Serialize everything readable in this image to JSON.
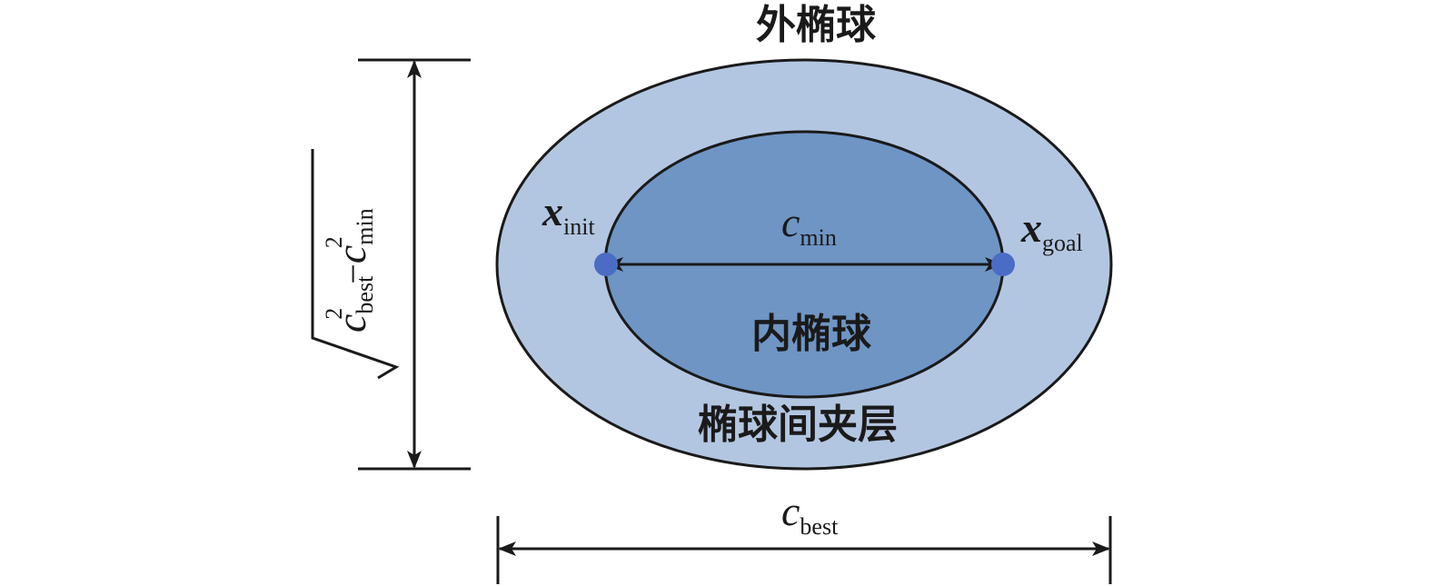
{
  "labels": {
    "outer_ellipsoid": "外椭球",
    "inner_ellipsoid": "内椭球",
    "interlayer": "椭球间夹层"
  },
  "points": {
    "start": {
      "symbol": "x",
      "subscript": "init"
    },
    "goal": {
      "symbol": "x",
      "subscript": "goal"
    }
  },
  "dimensions": {
    "inner_axis": {
      "symbol": "c",
      "subscript": "min"
    },
    "outer_axis": {
      "symbol": "c",
      "subscript": "best"
    },
    "minor_axis": {
      "term1_symbol": "c",
      "term1_sub": "best",
      "term1_sup": "2",
      "minus": "−",
      "term2_symbol": "c",
      "term2_sub": "min",
      "term2_sup": "2"
    }
  },
  "colors": {
    "outer_fill": "#b3c6e1",
    "inner_fill": "#6f95c4",
    "point_fill": "#4a6cc4",
    "stroke": "#1a1a1a"
  }
}
